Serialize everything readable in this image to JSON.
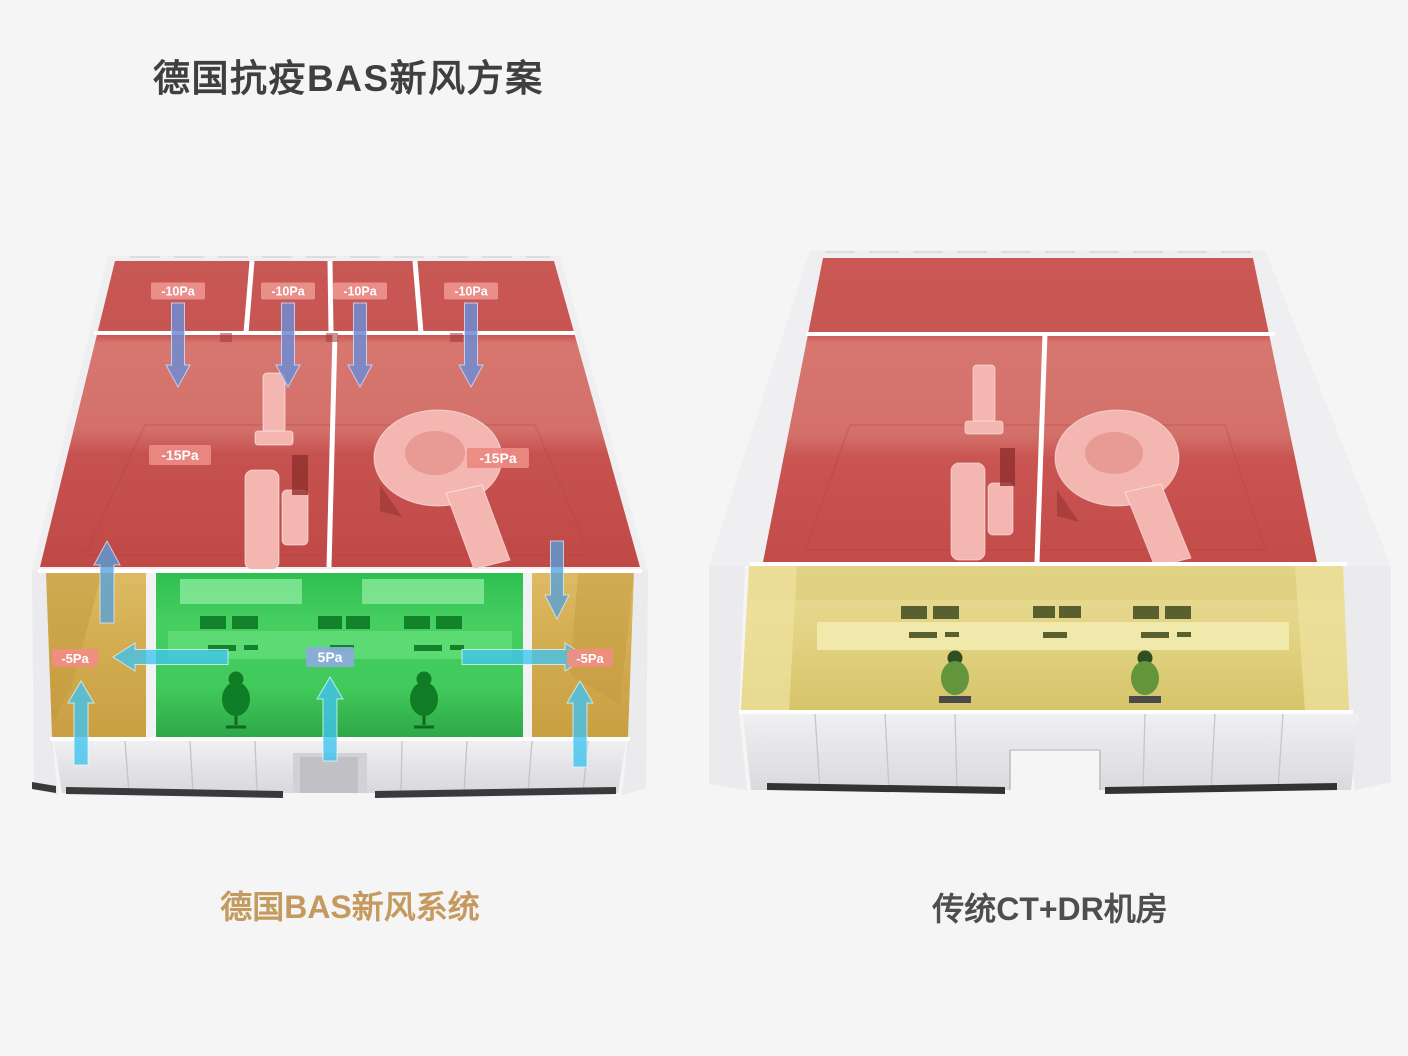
{
  "title": "德国抗疫BAS新风方案",
  "bas_diagram": {
    "caption": "德国BAS新风系统",
    "back_room_labels": [
      "-10Pa",
      "-10Pa",
      "-10Pa",
      "-10Pa"
    ],
    "exam_room_labels": [
      "-15Pa",
      "-15Pa"
    ],
    "corridor_labels": [
      "-5Pa",
      "-5Pa"
    ],
    "control_room_label": "5Pa"
  },
  "traditional_diagram": {
    "caption": "传统CT+DR机房"
  },
  "colors": {
    "negative_room_red": "#c9504e",
    "corridor_yellow": "#d4ab52",
    "positive_room_green": "#3cc95a",
    "traditional_control_yellow": "#e2d484",
    "negative_badge_pink": "#ee8f88",
    "positive_badge_blue": "#8aadd8",
    "airflow_blue": "#7b92cf",
    "airflow_cyan": "#41c3ee",
    "caption_gold": "#c49a5f",
    "title_gray": "#3f3f3f"
  }
}
